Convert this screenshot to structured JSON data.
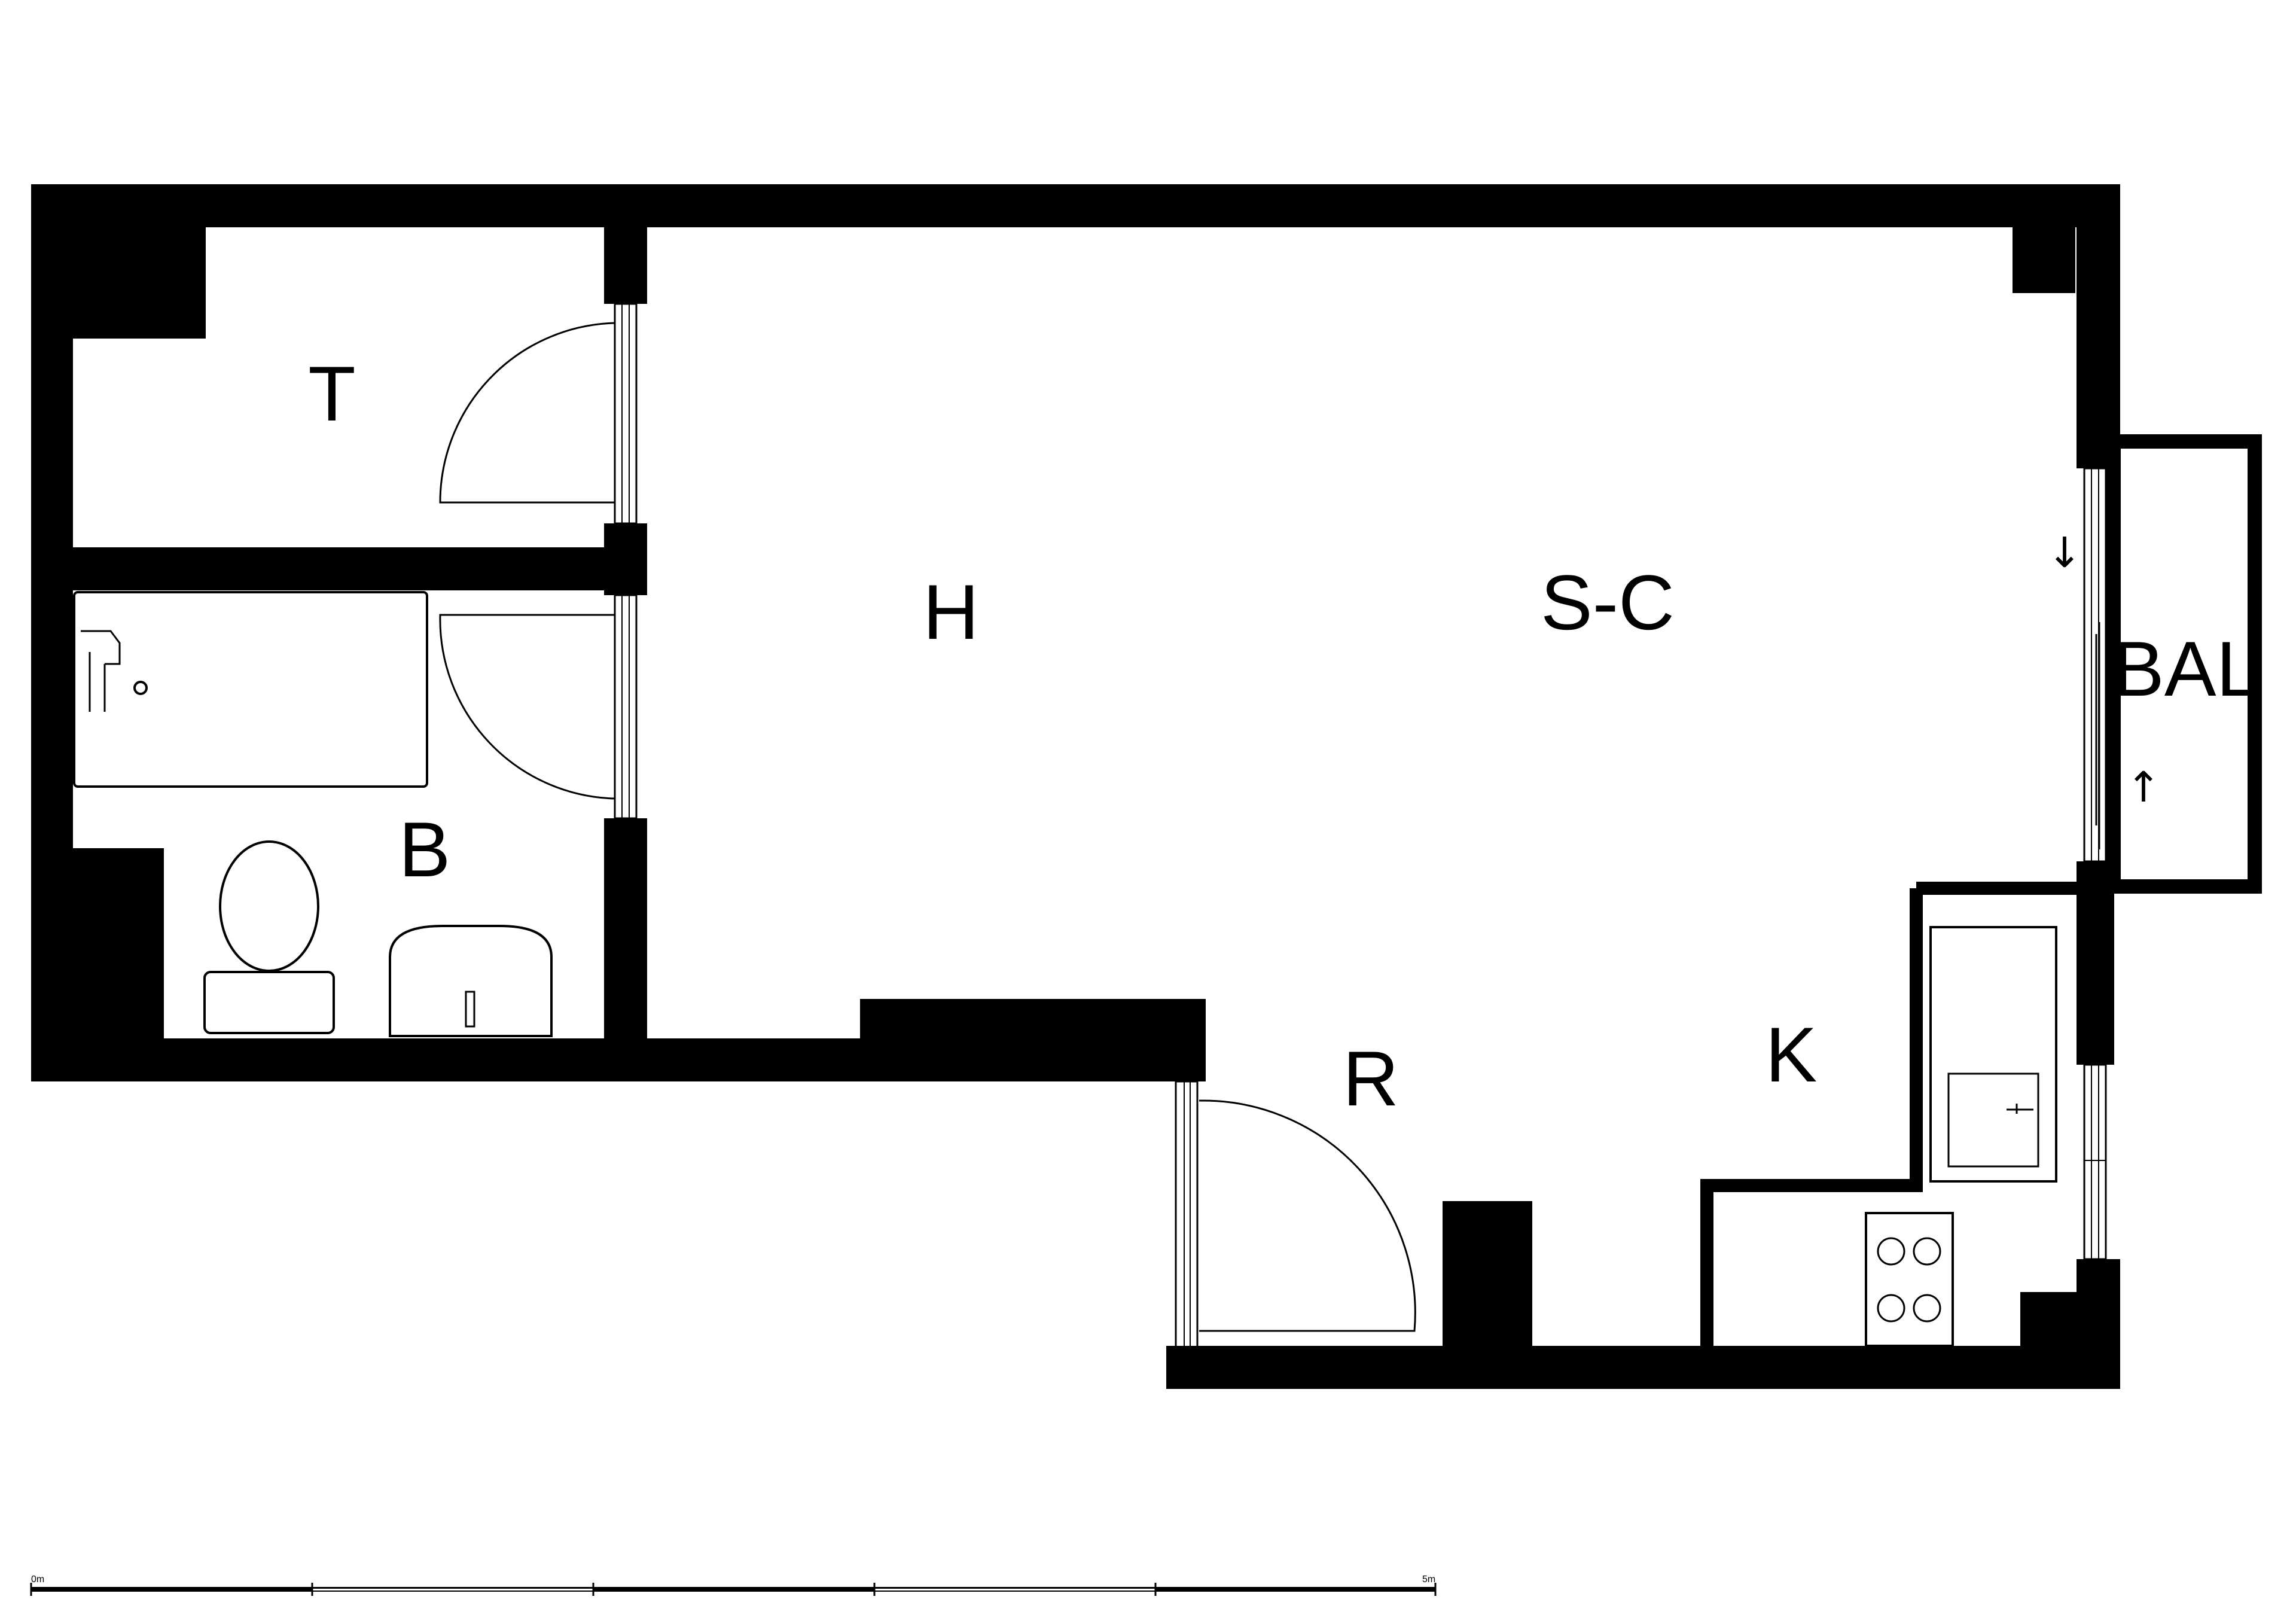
{
  "rooms": {
    "toilet": "T",
    "bathroom": "B",
    "hall": "H",
    "living_kitchen": "S-C",
    "balcony": "BAL",
    "entry": "R",
    "kitchen": "K"
  },
  "balcony_door_arrows": {
    "down": "↓",
    "up": "↑"
  },
  "scale_bar": {
    "start_label": "0m",
    "end_label": "5m"
  }
}
